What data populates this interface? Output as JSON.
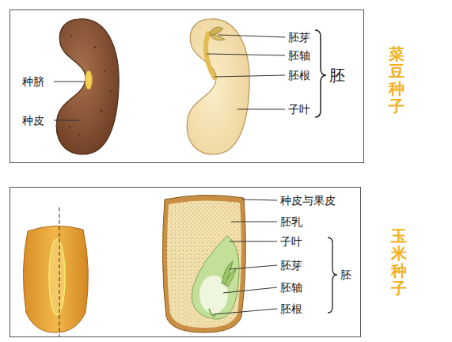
{
  "diagram": {
    "nodes": [
      {
        "text": [
          "菜豆种子"
        ]
      },
      {
        "text": [
          "玉米种子"
        ]
      }
    ],
    "labels": [
      "种脐",
      "种皮",
      "胚芽",
      "胚轴",
      "胚根",
      "胚",
      "子叶",
      "种皮与果皮",
      "胚乳",
      "子叶",
      "胚芽",
      "胚轴",
      "胚根",
      "胚"
    ]
  }
}
